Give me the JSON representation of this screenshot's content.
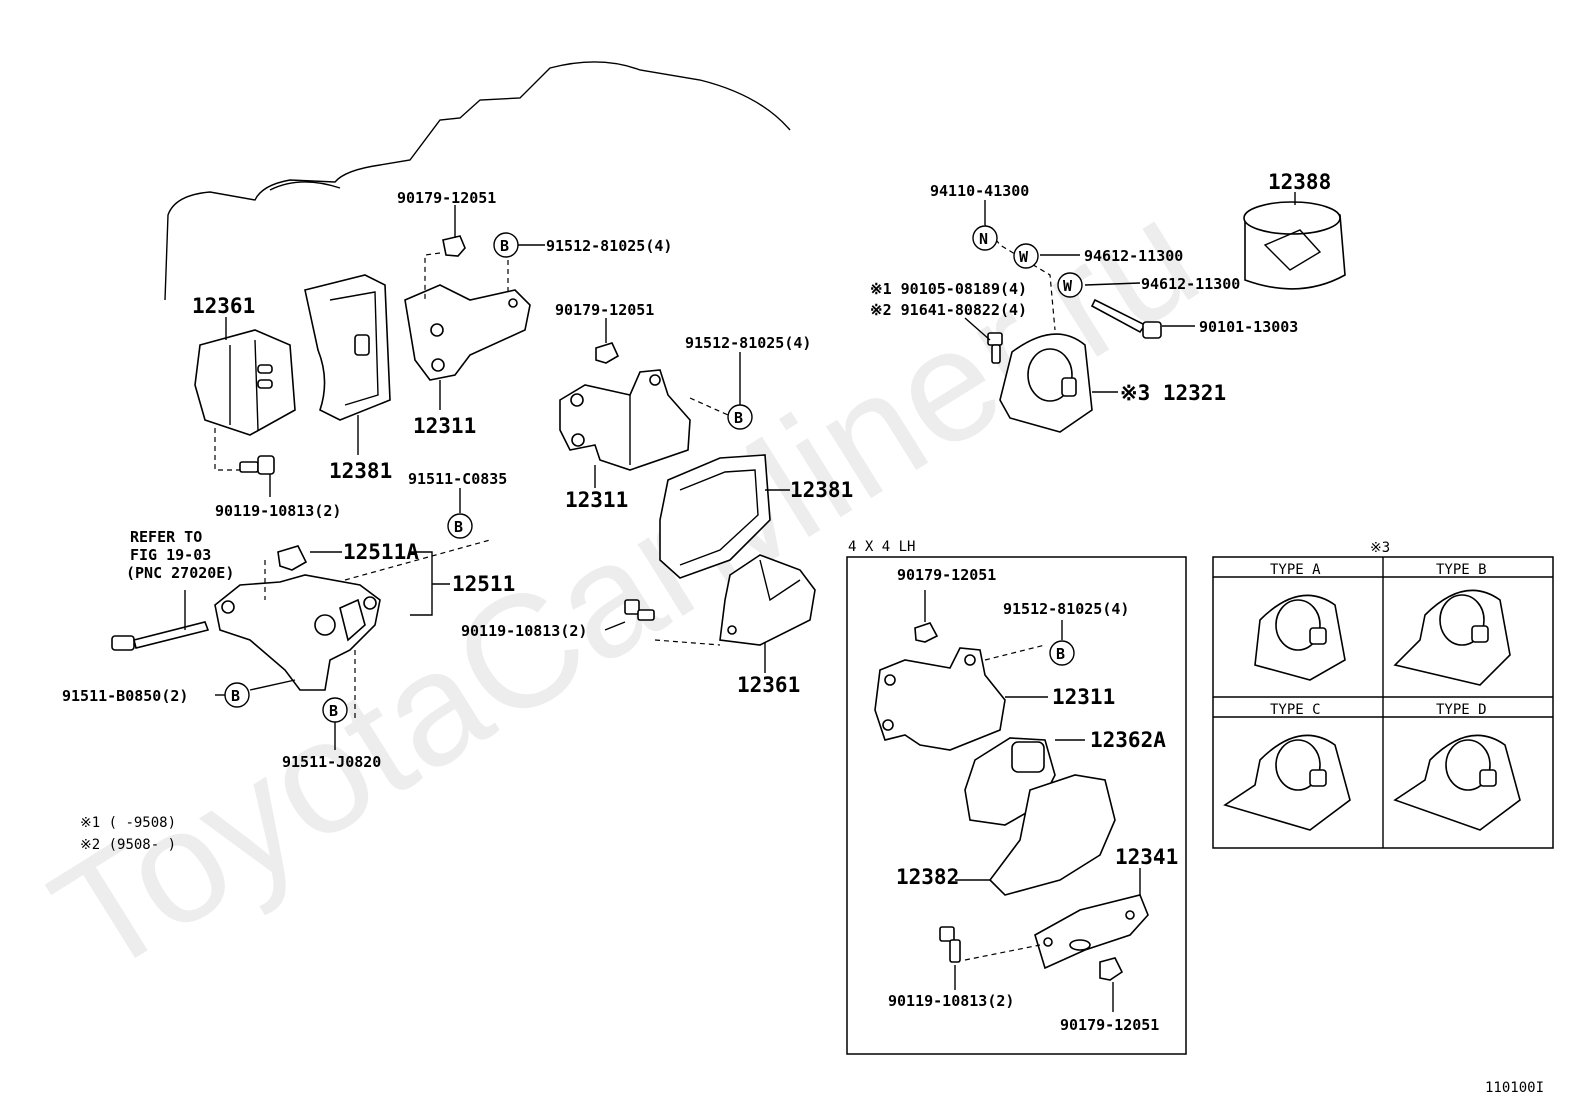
{
  "watermark": "ToyotaCarMiner.ru",
  "figure_code": "110100I",
  "labels": {
    "l_90179_a": "90179-12051",
    "l_91512_a": "91512-81025(4)",
    "l_12361_a": "12361",
    "l_12381_a": "12381",
    "l_12311_a": "12311",
    "l_90119_a": "90119-10813(2)",
    "l_90179_b": "90179-12051",
    "l_91512_b": "91512-81025(4)",
    "l_12311_b": "12311",
    "l_12381_b": "12381",
    "l_91511_c": "91511-C0835",
    "l_refer1": "REFER TO",
    "l_refer2": "FIG 19-03",
    "l_refer3": "(PNC 27020E)",
    "l_12511A": "12511A",
    "l_12511": "12511",
    "l_90119_b": "90119-10813(2)",
    "l_12361_b": "12361",
    "l_91511_b0850": "91511-B0850(2)",
    "l_91511_j0820": "91511-J0820",
    "note1": "※1 (     -9508)",
    "note2": "※2 (9508-      )",
    "l_94110": "94110-41300",
    "l_94612_a": "94612-11300",
    "l_94612_b": "94612-11300",
    "l_90105": "※1 90105-08189(4)",
    "l_91641": "※2 91641-80822(4)",
    "l_90101": "90101-13003",
    "l_12388": "12388",
    "l_12321": "※3 12321",
    "box_title": "4 X 4 LH",
    "l_90179_c": "90179-12051",
    "l_91512_c": "91512-81025(4)",
    "l_12311_c": "12311",
    "l_12362A": "12362A",
    "l_12382": "12382",
    "l_12341": "12341",
    "l_90119_c": "90119-10813(2)",
    "l_90179_d": "90179-12051",
    "type_title": "※3",
    "type_a": "TYPE A",
    "type_b": "TYPE B",
    "type_c": "TYPE C",
    "type_d": "TYPE D"
  },
  "callouts": {
    "b": "B",
    "n": "N",
    "w": "W"
  }
}
